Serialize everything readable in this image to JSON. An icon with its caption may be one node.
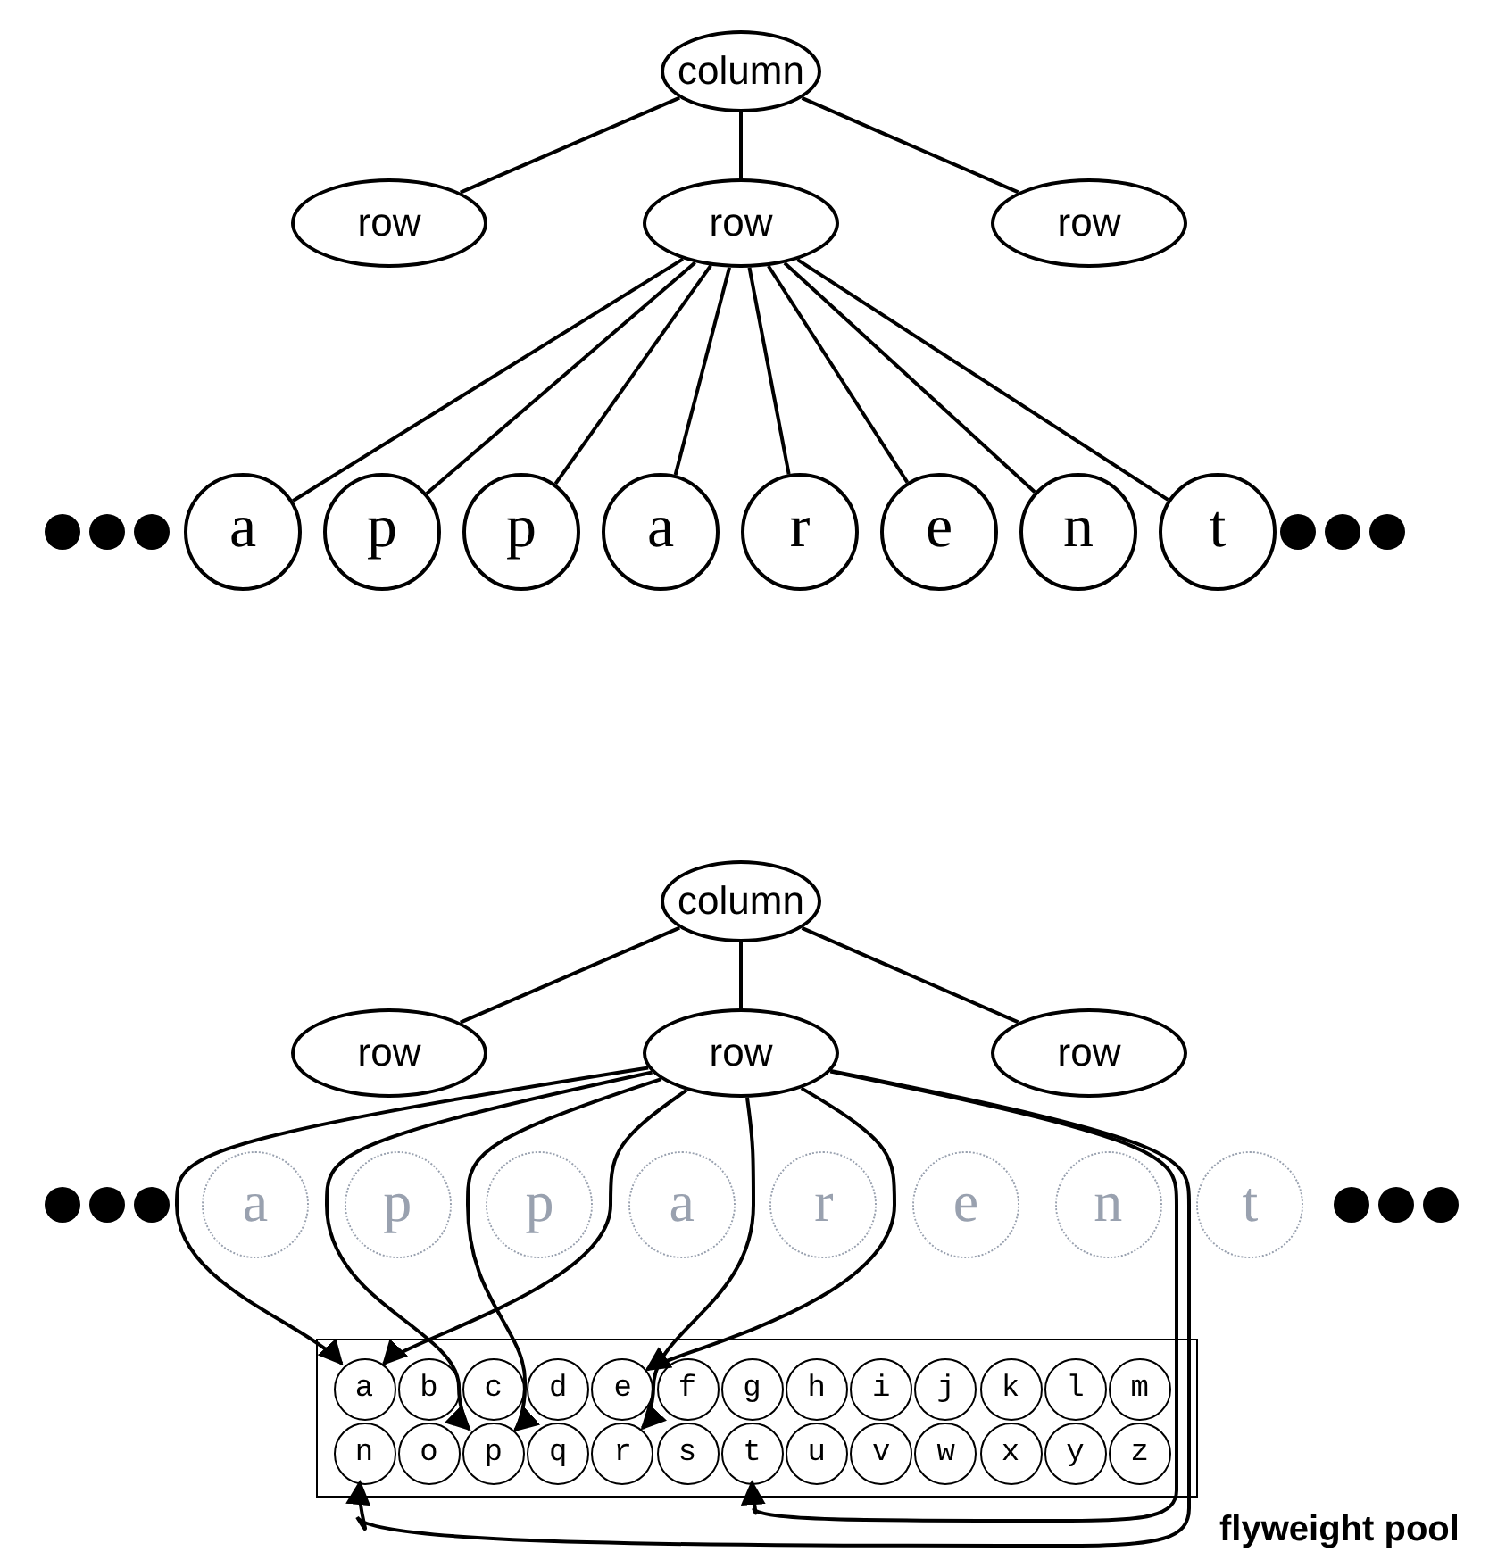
{
  "diagram": {
    "nodes": [
      {
        "text": [
          "column"
        ]
      },
      {
        "text": [
          "row"
        ]
      },
      {
        "text": [
          "row"
        ]
      },
      {
        "text": [
          "row"
        ]
      },
      {
        "text": [
          "a"
        ]
      },
      {
        "text": [
          "p"
        ]
      },
      {
        "text": [
          "p"
        ]
      },
      {
        "text": [
          "a"
        ]
      },
      {
        "text": [
          "r"
        ]
      },
      {
        "text": [
          "e"
        ]
      },
      {
        "text": [
          "n"
        ]
      },
      {
        "text": [
          "t"
        ]
      },
      {
        "text": [
          "column"
        ]
      },
      {
        "text": [
          "row"
        ]
      },
      {
        "text": [
          "row"
        ]
      },
      {
        "text": [
          "row"
        ]
      },
      {
        "text": [
          "a"
        ]
      },
      {
        "text": [
          "p"
        ]
      },
      {
        "text": [
          "p"
        ]
      },
      {
        "text": [
          "a"
        ]
      },
      {
        "text": [
          "r"
        ]
      },
      {
        "text": [
          "e"
        ]
      },
      {
        "text": [
          "n"
        ]
      },
      {
        "text": [
          "t"
        ]
      },
      {
        "text": [
          "flyweight pool"
        ]
      },
      {
        "text": [
          "a"
        ],
        "in": 24
      },
      {
        "text": [
          "b"
        ],
        "in": 24
      },
      {
        "text": [
          "c"
        ],
        "in": 24
      },
      {
        "text": [
          "d"
        ],
        "in": 24
      },
      {
        "text": [
          "e"
        ],
        "in": 24
      },
      {
        "text": [
          "f"
        ],
        "in": 24
      },
      {
        "text": [
          "g"
        ],
        "in": 24
      },
      {
        "text": [
          "h"
        ],
        "in": 24
      },
      {
        "text": [
          "i"
        ],
        "in": 24
      },
      {
        "text": [
          "j"
        ],
        "in": 24
      },
      {
        "text": [
          "k"
        ],
        "in": 24
      },
      {
        "text": [
          "l"
        ],
        "in": 24
      },
      {
        "text": [
          "m"
        ],
        "in": 24
      },
      {
        "text": [
          "n"
        ],
        "in": 24
      },
      {
        "text": [
          "o"
        ],
        "in": 24
      },
      {
        "text": [
          "p"
        ],
        "in": 24
      },
      {
        "text": [
          "q"
        ],
        "in": 24
      },
      {
        "text": [
          "r"
        ],
        "in": 24
      },
      {
        "text": [
          "s"
        ],
        "in": 24
      },
      {
        "text": [
          "t"
        ],
        "in": 24
      },
      {
        "text": [
          "u"
        ],
        "in": 24
      },
      {
        "text": [
          "v"
        ],
        "in": 24
      },
      {
        "text": [
          "w"
        ],
        "in": 24
      },
      {
        "text": [
          "x"
        ],
        "in": 24
      },
      {
        "text": [
          "y"
        ],
        "in": 24
      },
      {
        "text": [
          "z"
        ],
        "in": 24
      }
    ],
    "edges": [
      {
        "from": 0,
        "to": 1,
        "arrow": "none"
      },
      {
        "from": 0,
        "to": 2,
        "arrow": "none"
      },
      {
        "from": 0,
        "to": 3,
        "arrow": "none"
      },
      {
        "from": 2,
        "to": 4,
        "arrow": "none"
      },
      {
        "from": 2,
        "to": 5,
        "arrow": "none"
      },
      {
        "from": 2,
        "to": 6,
        "arrow": "none"
      },
      {
        "from": 2,
        "to": 7,
        "arrow": "none"
      },
      {
        "from": 2,
        "to": 8,
        "arrow": "none"
      },
      {
        "from": 2,
        "to": 9,
        "arrow": "none"
      },
      {
        "from": 2,
        "to": 10,
        "arrow": "none"
      },
      {
        "from": 2,
        "to": 11,
        "arrow": "none"
      },
      {
        "from": 12,
        "to": 13,
        "arrow": "none"
      },
      {
        "from": 12,
        "to": 14,
        "arrow": "none"
      },
      {
        "from": 12,
        "to": 15,
        "arrow": "none"
      },
      {
        "from": 14,
        "to": 25,
        "arrow": "to"
      },
      {
        "from": 14,
        "to": 40,
        "arrow": "to"
      },
      {
        "from": 14,
        "to": 40,
        "arrow": "to"
      },
      {
        "from": 14,
        "to": 25,
        "arrow": "to"
      },
      {
        "from": 14,
        "to": 42,
        "arrow": "to"
      },
      {
        "from": 14,
        "to": 29,
        "arrow": "to"
      },
      {
        "from": 14,
        "to": 38,
        "arrow": "to"
      },
      {
        "from": 14,
        "to": 44,
        "arrow": "to"
      }
    ]
  }
}
